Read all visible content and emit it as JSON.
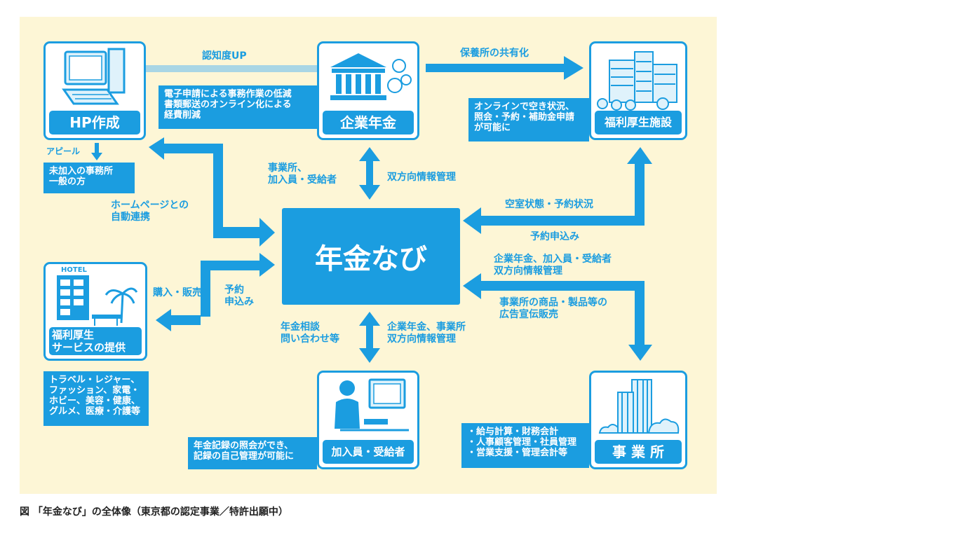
{
  "colors": {
    "brand": "#1b9de0",
    "background": "#fdf6d6",
    "connector": "#a9d6e5"
  },
  "hub": {
    "label": "年金なび"
  },
  "nodes": {
    "hp": {
      "label": "HP作成"
    },
    "kigyo": {
      "label": "企業年金"
    },
    "fukuri_shisetsu": {
      "label": "福利厚生施設"
    },
    "service": {
      "label_lines": [
        "福利厚生",
        "サービスの提供"
      ],
      "hotel_sign": "HOTEL"
    },
    "kanyu": {
      "label": "加入員・受給者"
    },
    "jigyo": {
      "label": "事 業 所"
    }
  },
  "boxes": {
    "kigyo_desc": [
      "電子申請による事務作業の低減",
      "書類郵送のオンライン化による",
      "経費削減"
    ],
    "fukuri_desc": [
      "オンラインで空き状況、",
      "照会・予約・補助金申請",
      "が可能に"
    ],
    "mikanyu": [
      "未加入の事務所",
      "一般の方"
    ],
    "travel": [
      "トラベル・レジャー、",
      "ファッション、家電・",
      "ホビー、美容・健康、",
      "グルメ、医療・介護等"
    ],
    "kanyu_desc": [
      "年金記録の照会ができ、",
      "記録の自己管理が可能に"
    ],
    "jigyo_desc": [
      "・給与計算・財務会計",
      "・人事顧客管理・社員管理",
      "・営業支援・管理会計等"
    ]
  },
  "labels": {
    "ninchido": "認知度UP",
    "hoyo": "保養所の共有化",
    "appeal": "アピール",
    "jigyosho_kanyu": [
      "事業所、",
      "加入員・受給者"
    ],
    "sohoko1": "双方向情報管理",
    "homepage": [
      "ホームページとの",
      "自動連携"
    ],
    "kushitsu": "空室状態・予約状況",
    "yoyaku_moushi": "予約申込み",
    "kigyo_kanyu": [
      "企業年金、加入員・受給者",
      "双方向情報管理"
    ],
    "shohin": [
      "事業所の商品・製品等の",
      "広告宣伝販売"
    ],
    "konyu": "購入・販売",
    "yoyaku": [
      "予約",
      "申込み"
    ],
    "nenkin_sodan": [
      "年金相談",
      "問い合わせ等"
    ],
    "kigyo_jigyo": [
      "企業年金、事業所",
      "双方向情報管理"
    ]
  },
  "caption": "図 「年金なび」の全体像（東京都の認定事業／特許出願中）"
}
